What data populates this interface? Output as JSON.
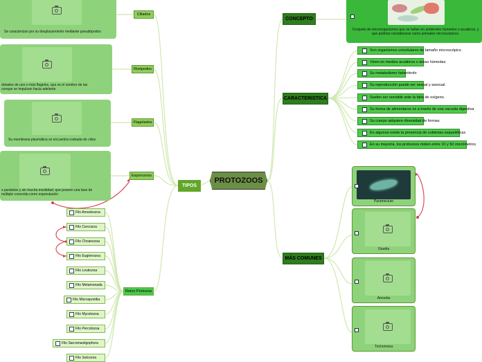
{
  "center": "PROTOZOOS",
  "branches": {
    "concepto": "CONCEPTO",
    "caracteristica": "CARACTERISTICA",
    "mas_comunes": "MÁS COMUNES",
    "tipos": "TIPOS"
  },
  "concepto_text": "Conjunto de microorganismos que se hallan en ambientes húmedos o acuáticos, y que podrían considerarse como animales microscópicos.",
  "caracteristicas": [
    "Son organismos unicelulares de tamaño microscópico",
    "Viven en medios acuáticos o áreas húmedas",
    "Su metabolismo heterótrofo",
    "Su reproducción puede ser sexual y asexual.",
    "Suelen ser sensible ante la falta de oxígeno.",
    "Su forma de alimentarse es a través de una vacuola digestiva",
    "Su cuerpo adquiere diversidad de formas",
    "En algunos existe la presencia de cubiertas esqueléticas",
    "En su mayoría, los protozoos miden entre 10 y 50 micrómetros"
  ],
  "comunes": [
    "Paramecium",
    "Giardia",
    "Amoeba",
    "Trichomona"
  ],
  "tipos": [
    {
      "name": "Ciliados",
      "desc": "Se caracterizan por su desplazamiento mediante pseudópodos"
    },
    {
      "name": "Rizópodos",
      "desc": "dotados de uno o más flagelos, que es el nombre de las\nconque se impulsan hacia adelante"
    },
    {
      "name": "Flagelados",
      "desc": "Su membrana plasmática se encuentra rodeada de cilios"
    },
    {
      "name": "Esporozoos",
      "desc": "s parásitos y sin mucha movilidad, que poseen una fase de\nmúltiple conocida como esporulación"
    }
  ],
  "reino": "Reino Protozoa",
  "filos": [
    "Filo Amoebozoa",
    "Filo Cercozoa",
    "Filo Choanozoa",
    "Filo Euglenozoa",
    "Filo Loukozoa",
    "Filo Metamonada",
    "Filo Microsporidia",
    "Filo Mycetozoa",
    "Filo Percolozoa",
    "Filo Sarcomastigophora",
    "Filo Sulcozoa"
  ],
  "icons": {
    "image_placeholder": "camera-icon",
    "task": "checkbox-icon"
  },
  "colors": {
    "center": "#6b8f44",
    "branch": "#2e7d1f",
    "item": "#4fc94a",
    "link": "#c8e6a8",
    "arrow": "#d6404a"
  }
}
